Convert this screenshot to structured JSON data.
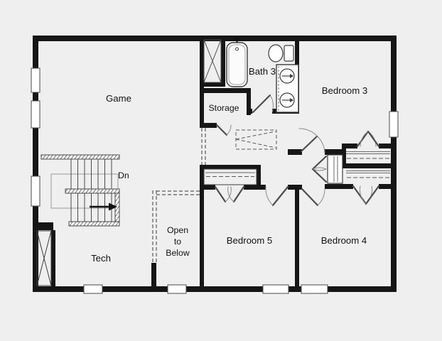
{
  "labels": {
    "game": "Game",
    "storage": "Storage",
    "bath3": "Bath 3",
    "bedroom3": "Bedroom 3",
    "bedroom5": "Bedroom 5",
    "bedroom4": "Bedroom 4",
    "tech": "Tech",
    "stairs_direction": "Dn",
    "open_to_below": {
      "line1": "Open",
      "line2": "to",
      "line3": "Below"
    }
  },
  "colors": {
    "background": "#efeff0",
    "walls": "#161616",
    "fixture_lines": "#3c3c3c",
    "door_arcs": "#8a8a8a",
    "text": "#111111"
  },
  "fixtures": [
    "staircase",
    "bathtub",
    "shower",
    "toilet",
    "double-sink-vanity",
    "linen-closet",
    "bedroom-closets",
    "attic-access",
    "mechanical-chase",
    "windows",
    "door-swings",
    "open-to-below-void"
  ]
}
